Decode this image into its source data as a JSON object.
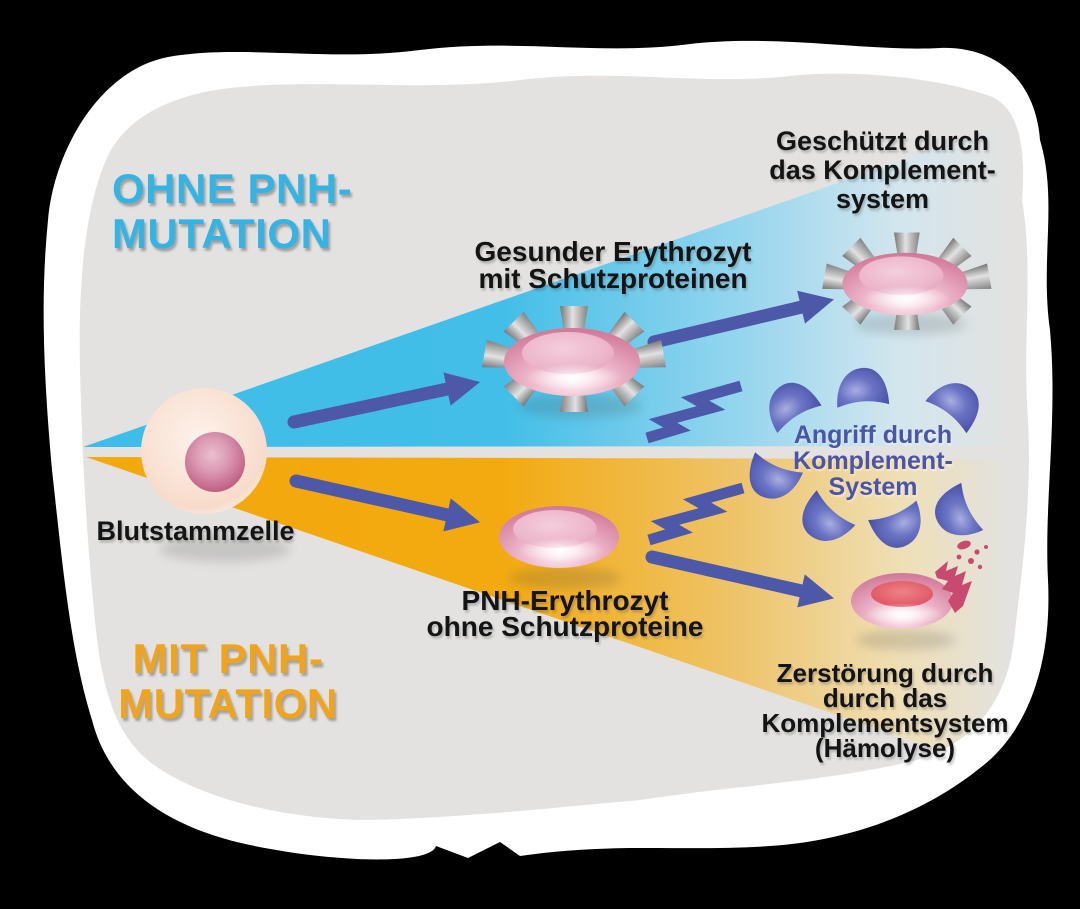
{
  "titles": {
    "ohne": "OHNE PNH-\nMUTATION",
    "mit": "MIT PNH-\nMUTATION"
  },
  "labels": {
    "stem_cell": "Blutstammzelle",
    "healthy_rbc": "Gesunder Erythrozyt\nmit Schutzproteinen",
    "pnh_rbc": "PNH-Erythrozyt\nohne Schutzproteine",
    "protected": "Geschützt durch\ndas Komplement-\nsystem",
    "attack": "Angriff durch\nKomplement-\nSystem",
    "destroyed": "Zerstörung durch\ndurch das\nKomplementsystem\n(Hämolyse)"
  },
  "colors": {
    "title_blue": "#35B4E4",
    "title_orange": "#F0A41D",
    "wedge_blue": "#3EBDE9",
    "wedge_orange": "#F3A80C",
    "complement_indigo": "#4D58A9",
    "attack_text": "#4A54A9",
    "canvas_gray": "#E3E2E1",
    "paper_white": "#FFFFFF",
    "cell_pink": "#D47C9B",
    "stem_cell_cream": "#FAE4D7",
    "nucleus_rose": "#C05F83",
    "destroyed_red": "#DE4F60",
    "fragment_pink": "#C84A70",
    "protein_gray": "#8A8A8A"
  }
}
